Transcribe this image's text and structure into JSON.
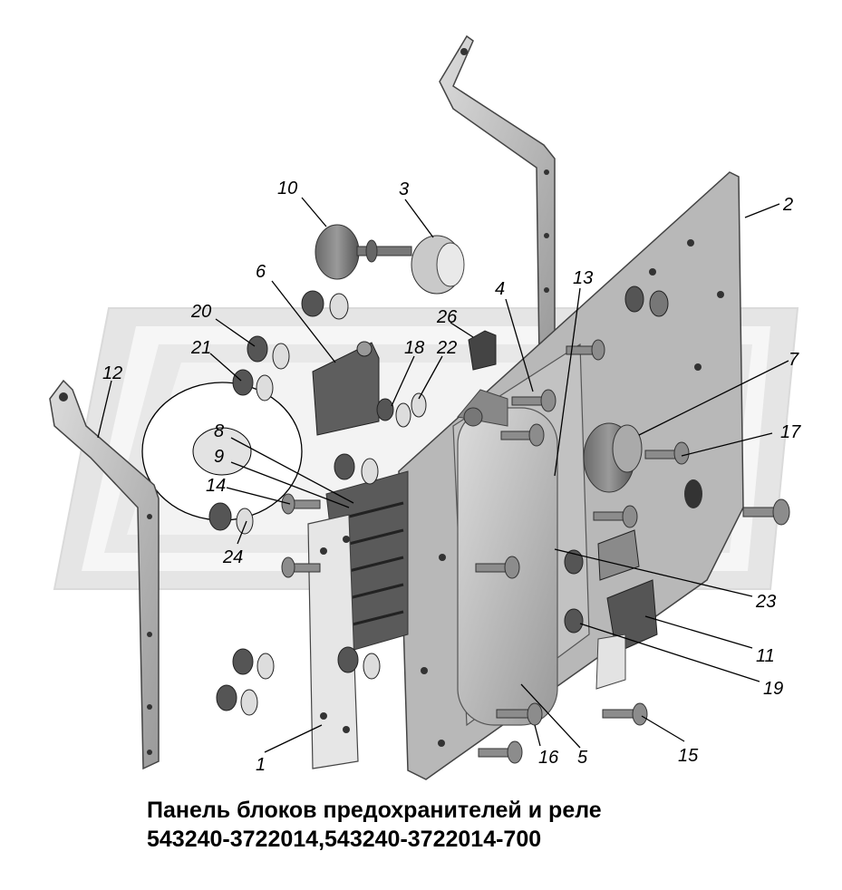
{
  "caption": {
    "title": "Панель блоков предохранителей и реле",
    "part_numbers": "543240-3722014,543240-3722014-700"
  },
  "callouts": {
    "c1": "1",
    "c2": "2",
    "c3": "3",
    "c4": "4",
    "c5": "5",
    "c6": "6",
    "c7": "7",
    "c8": "8",
    "c9": "9",
    "c10": "10",
    "c11": "11",
    "c12": "12",
    "c13": "13",
    "c14": "14",
    "c15": "15",
    "c16": "16",
    "c17": "17",
    "c18": "18",
    "c19": "19",
    "c20": "20",
    "c21": "21",
    "c22": "22",
    "c23": "23",
    "c24": "24",
    "c26": "26"
  }
}
